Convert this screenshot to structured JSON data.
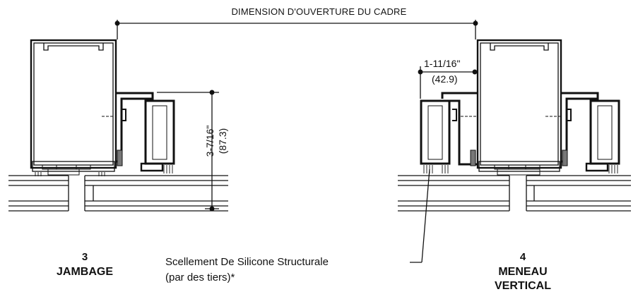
{
  "dimension_labels": {
    "frame_opening": "DIMENSION D'OUVERTURE DU CADRE",
    "jamb_height_in": "3-7/16\"",
    "jamb_height_mm": "(87.3)",
    "mullion_offset_in": "1-11/16\"",
    "mullion_offset_mm": "(42.9)"
  },
  "details": [
    {
      "number": "3",
      "title_lines": [
        "JAMBAGE"
      ]
    },
    {
      "number": "4",
      "title_lines": [
        "MENEAU",
        "VERTICAL"
      ]
    }
  ],
  "callout": {
    "line1": "Scellement De Silicone Structurale",
    "line2": "(par des tiers)*"
  }
}
